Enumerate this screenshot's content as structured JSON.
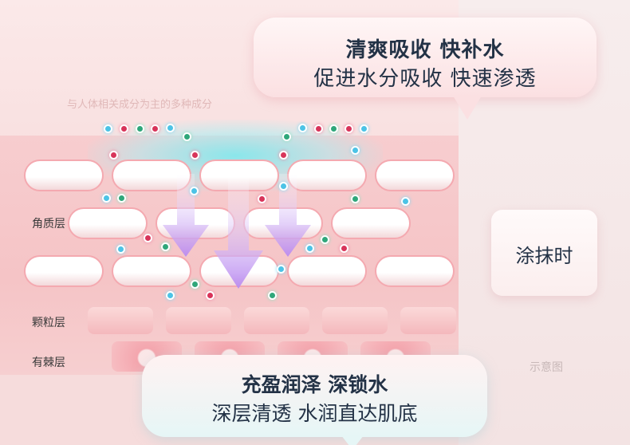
{
  "top_bubble": {
    "line1": "清爽吸收 快补水",
    "line2": "促进水分吸收 快速渗透"
  },
  "caption": "与人体相关成分为主的多种成分",
  "layers": {
    "stratum_corneum": "角质层",
    "granular": "颗粒层",
    "spinous": "有棘层"
  },
  "side_box": "涂抹时",
  "note": "示意图",
  "bottom_bubble": {
    "line1": "充盈润泽 深锁水",
    "line2": "深层清透 水润直达肌底"
  },
  "colors": {
    "blue_dot": "#4cc3e6",
    "green_dot": "#2fa77a",
    "red_dot": "#d8345a",
    "arrow": "#b98af0"
  }
}
